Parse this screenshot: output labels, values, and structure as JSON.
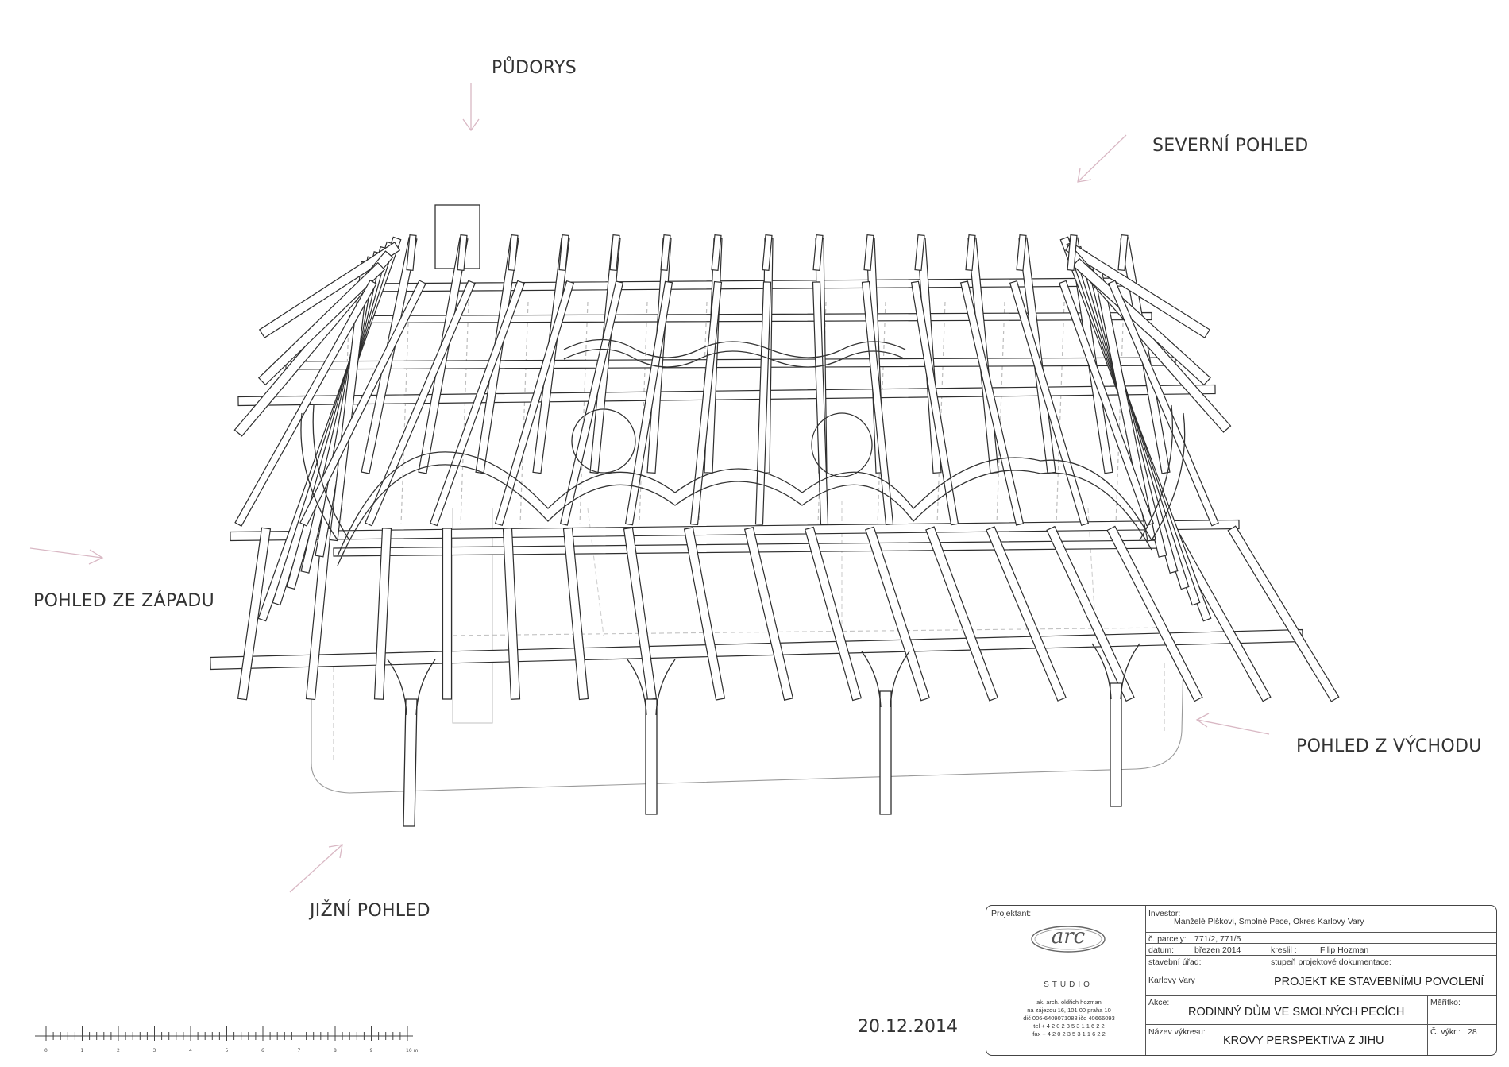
{
  "views": {
    "plan": "PŮDORYS",
    "north": "SEVERNÍ POHLED",
    "west": "POHLED ZE ZÁPADU",
    "east": "POHLED Z VÝCHODU",
    "south": "JIŽNÍ POHLED"
  },
  "date": "20.12.2014",
  "scale_bar": {
    "ticks": [
      "0",
      "1",
      "2",
      "3",
      "4",
      "5",
      "6",
      "7",
      "8",
      "9",
      "10 m"
    ]
  },
  "title_block": {
    "projektant_label": "Projektant:",
    "logo_name": "arc",
    "logo_sub": "STUDIO",
    "architect_lines": [
      "ak. arch. oldřich hozman",
      "na zájezdu 16, 101 00 praha 10",
      "dič 006-6409071088 ičo 40666093",
      "tel + 4 2 0  2 3 5  3 1  1 6  2 2",
      "fax + 4 2 0  2 3 5  3 1  1 6  2 2"
    ],
    "investor_label": "Investor:",
    "investor_value": "Manželé Plškovi, Smolné Pece, Okres Karlovy Vary",
    "parcel_label": "č. parcely:",
    "parcel_value": "771/2, 771/5",
    "datum_label": "datum:",
    "datum_value": "březen 2014",
    "kreslil_label": "kreslil :",
    "kreslil_value": "Filip Hozman",
    "urad_label": "stavební úřad:",
    "urad_value": "Karlovy Vary",
    "stupen_label": "stupeň projektové dokumentace:",
    "stupen_value": "PROJEKT KE STAVEBNÍMU POVOLENÍ",
    "akce_label": "Akce:",
    "akce_value": "RODINNÝ DŮM VE SMOLNÝCH PECÍCH",
    "meritko_label": "Měřítko:",
    "nazev_label": "Název výkresu:",
    "nazev_value": "KROVY PERSPEKTIVA Z JIHU",
    "cislo_label": "Č. výkr.:",
    "cislo_value": "28"
  }
}
